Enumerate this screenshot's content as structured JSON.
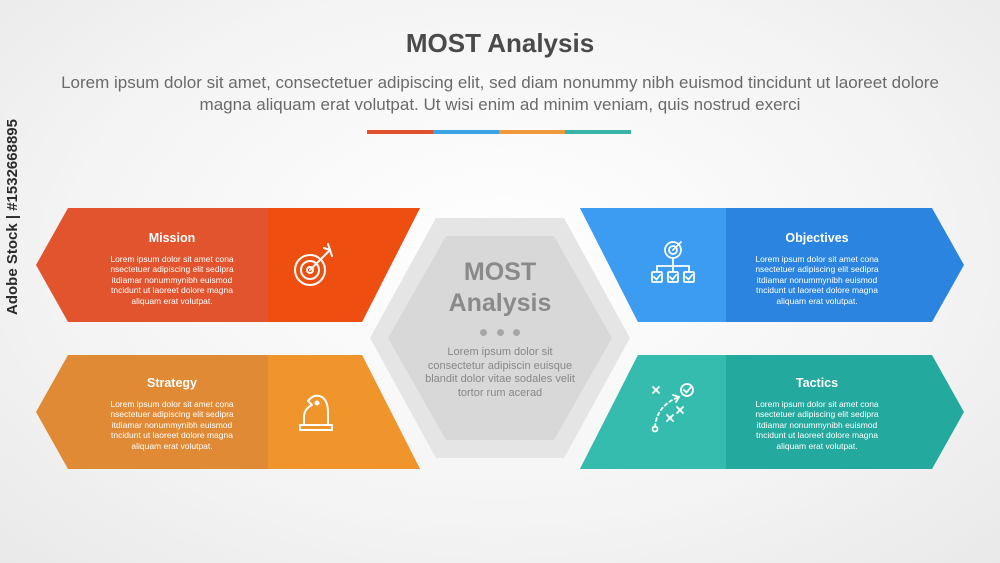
{
  "header": {
    "title": "MOST Analysis",
    "subtitle": "Lorem ipsum dolor sit amet, consectetuer adipiscing elit, sed diam nonummy nibh euismod tincidunt ut laoreet dolore magna aliquam erat volutpat. Ut wisi enim ad minim veniam, quis nostrud exerci",
    "divider_colors": [
      "#e0502a",
      "#3aa3e8",
      "#f0983a",
      "#3bb3a6"
    ]
  },
  "center": {
    "title_line1": "MOST",
    "title_line2": "Analysis",
    "body": "Lorem ipsum dolor sit consectetur adipiscin euisque blandit dolor vitae sodales velit tortor rum acerad"
  },
  "panels": {
    "mission": {
      "title": "Mission",
      "body": "Lorem ipsum dolor sit amet cona nsectetuer adipiscing elit sedipra itdiamar nonummynibh euismod tncidunt ut laoreet dolore magna aliquam erat volutpat.",
      "icon": "target-arrow-icon",
      "colors": {
        "main": "#e2542e",
        "accent": "#ee4f10"
      }
    },
    "strategy": {
      "title": "Strategy",
      "body": "Lorem ipsum dolor sit amet cona nsectetuer adipiscing elit sedipra itdiamar nonummynibh euismod tncidunt ut laoreet dolore magna aliquam erat volutpat.",
      "icon": "chess-knight-icon",
      "colors": {
        "main": "#e08a35",
        "accent": "#f0952b"
      }
    },
    "objectives": {
      "title": "Objectives",
      "body": "Lorem ipsum dolor sit amet cona nsectetuer adipiscing elit sedipra itdiamar nonummynibh euismod tncidunt ut laoreet dolore magna aliquam erat volutpat.",
      "icon": "goal-hierarchy-icon",
      "colors": {
        "main": "#2a84e0",
        "accent": "#3c9cf2"
      }
    },
    "tactics": {
      "title": "Tactics",
      "body": "Lorem ipsum dolor sit amet cona nsectetuer adipiscing elit sedipra itdiamar nonummynibh euismod tncidunt ut laoreet dolore magna aliquam erat volutpat.",
      "icon": "play-tactics-icon",
      "colors": {
        "main": "#23a99d",
        "accent": "#36bcae"
      }
    }
  },
  "watermark": "Adobe Stock | #1532668895"
}
